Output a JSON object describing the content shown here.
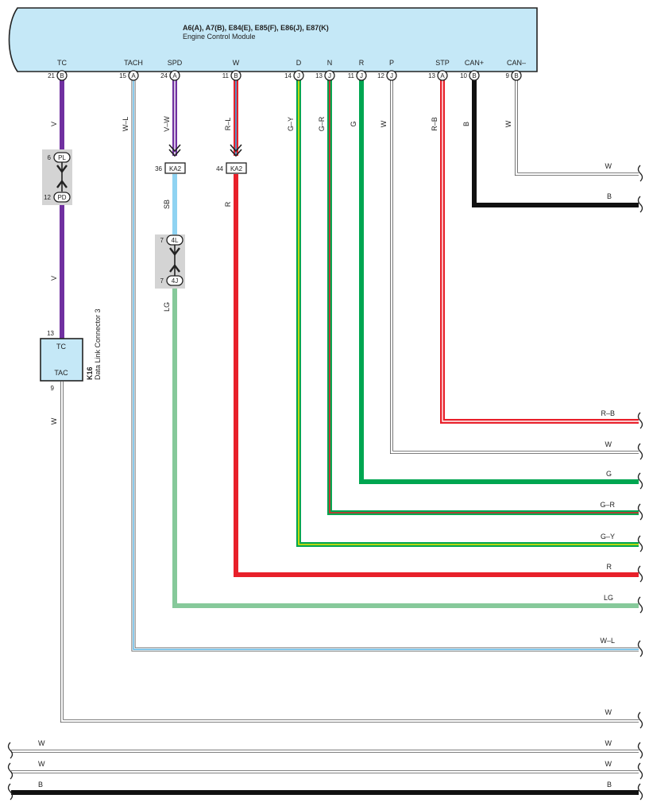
{
  "ecm": {
    "title": "A6(A), A7(B), E84(E), E85(F), E86(J), E87(K)",
    "subtitle": "Engine Control Module",
    "fill": "#c5e8f7",
    "terminals": [
      {
        "name": "TC",
        "pin": "21",
        "conn": "B"
      },
      {
        "name": "TACH",
        "pin": "15",
        "conn": "A"
      },
      {
        "name": "SPD",
        "pin": "24",
        "conn": "A"
      },
      {
        "name": "W",
        "pin": "11",
        "conn": "B"
      },
      {
        "name": "D",
        "pin": "14",
        "conn": "J"
      },
      {
        "name": "N",
        "pin": "13",
        "conn": "J"
      },
      {
        "name": "R",
        "pin": "11",
        "conn": "J"
      },
      {
        "name": "P",
        "pin": "12",
        "conn": "J"
      },
      {
        "name": "STP",
        "pin": "13",
        "conn": "A"
      },
      {
        "name": "CAN+",
        "pin": "10",
        "conn": "B"
      },
      {
        "name": "CAN–",
        "pin": "9",
        "conn": "B"
      }
    ]
  },
  "colors": {
    "violet": "#7030a0",
    "white_wire": "#ffffff",
    "black": "#111111",
    "red": "#e8202a",
    "green": "#00a651",
    "light_green": "#86c99a",
    "sky_blue": "#8fd3f2",
    "yellow": "#f2e600",
    "blue": "#3ba7e0",
    "splice_gray": "#d4d4d4"
  },
  "wire_codes": {
    "tc": "V",
    "tach": "W–L",
    "spd": "V–W",
    "w": "R–L",
    "d": "G–Y",
    "n": "G–R",
    "r": "G",
    "p": "W",
    "stp": "R–B",
    "can_plus": "B",
    "can_minus": "W",
    "spd_after_ka2": "SB",
    "w_after_ka2": "R",
    "spd_after_4j": "LG",
    "tc_lower": "V",
    "k16_out": "W"
  },
  "connectors": {
    "pl_pin": "6",
    "pl_name": "PL",
    "pd_pin": "12",
    "pd_name": "PD",
    "ka2_spd_pin": "36",
    "ka2_w_pin": "44",
    "ka2_name": "KA2",
    "l4_pin": "7",
    "l4_name": "4L",
    "j4_pin": "7",
    "j4_name": "4J"
  },
  "k16": {
    "code": "K16",
    "name": "Data Link Connector 3",
    "tc_label": "TC",
    "tac_label": "TAC",
    "tc_pin": "13",
    "tac_pin": "9"
  },
  "right_labels": [
    "W",
    "B",
    "R–B",
    "W",
    "G",
    "G–R",
    "G–Y",
    "R",
    "LG",
    "W–L",
    "W"
  ],
  "bottom_bus": [
    {
      "left": "W",
      "right": "W"
    },
    {
      "left": "W",
      "right": "W"
    },
    {
      "left": "B",
      "right": "B"
    }
  ]
}
